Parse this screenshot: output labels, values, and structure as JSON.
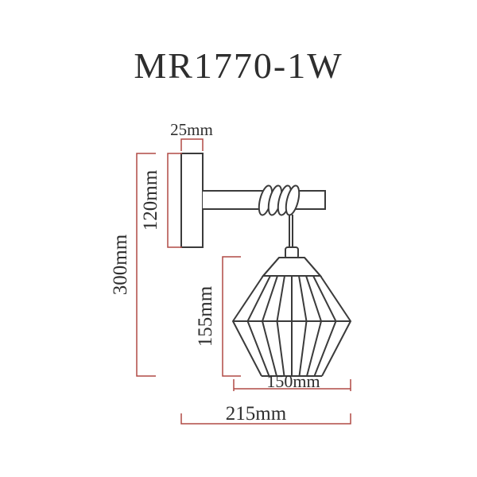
{
  "title": "MR1770-1W",
  "colors": {
    "line": "#3b3b3b",
    "dimension": "#b04a45",
    "text": "#2e2e2e",
    "background": "#ffffff"
  },
  "dimensions": {
    "plate_width": "25mm",
    "plate_height": "120mm",
    "total_height": "300mm",
    "shade_height": "155mm",
    "shade_diameter": "150mm",
    "total_depth": "215mm"
  }
}
